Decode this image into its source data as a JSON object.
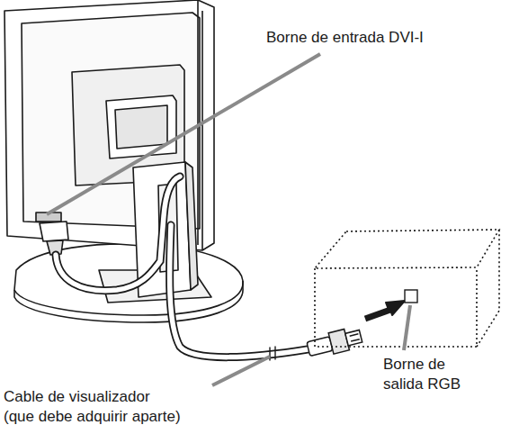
{
  "diagram": {
    "labels": [
      "Borne de entrada DVI-I",
      "Cable de visualizador (que debe adquirir aparte)",
      "Borne de salida RGB"
    ]
  }
}
